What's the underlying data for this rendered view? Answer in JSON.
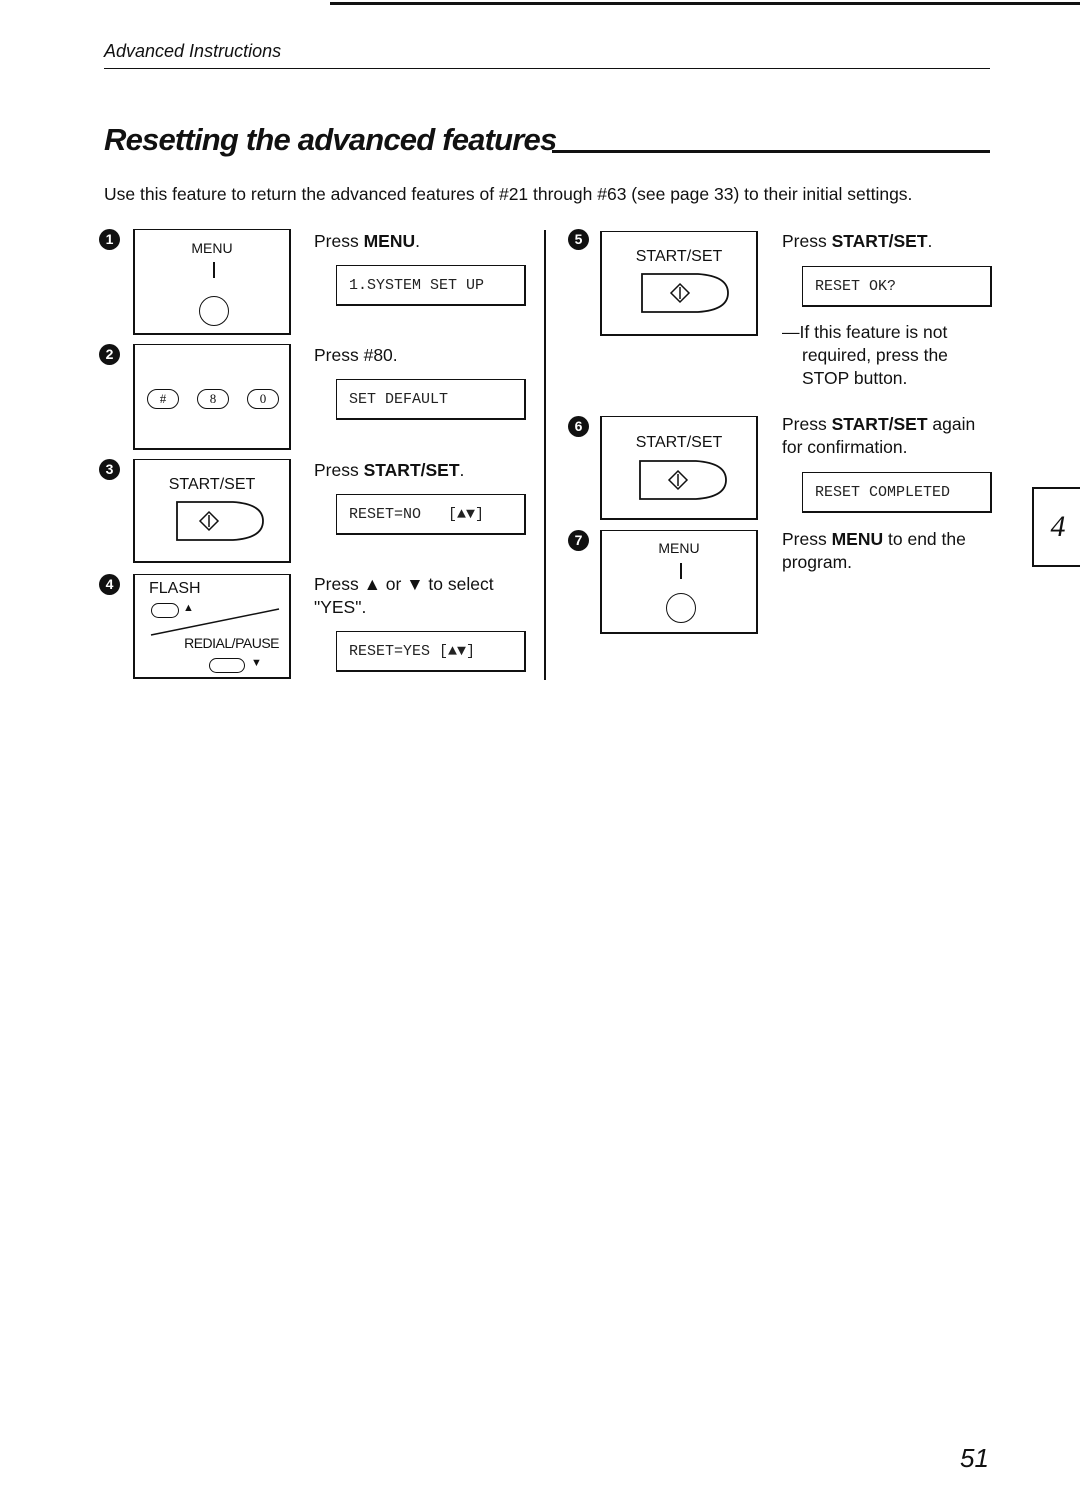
{
  "header": {
    "section": "Advanced Instructions"
  },
  "title": "Resetting the advanced features",
  "intro": "Use this feature to return the advanced features of #21 through #63 (see page 33) to their initial settings.",
  "steps": [
    {
      "num": "1",
      "key_label": "MENU",
      "instr_pre": "Press ",
      "instr_bold": "MENU",
      "instr_post": ".",
      "lcd": "1.SYSTEM SET UP"
    },
    {
      "num": "2",
      "keys": [
        "#",
        "8",
        "0"
      ],
      "instr": "Press #80.",
      "lcd": "SET DEFAULT"
    },
    {
      "num": "3",
      "key_label": "START/SET",
      "instr_pre": "Press ",
      "instr_bold": "START/SET",
      "instr_post": ".",
      "lcd": "RESET=NO   [▲▼]"
    },
    {
      "num": "4",
      "key_top": "FLASH",
      "key_bottom": "REDIAL/PAUSE",
      "instr_line1": "Press ▲ or ▼ to select",
      "instr_line2": "\"YES\".",
      "lcd": "RESET=YES [▲▼]"
    },
    {
      "num": "5",
      "key_label": "START/SET",
      "instr_pre": "Press ",
      "instr_bold": "START/SET",
      "instr_post": ".",
      "lcd": "RESET OK?",
      "note_line1": "—If this feature is not",
      "note_line2": "required, press the",
      "note_line3": "STOP button."
    },
    {
      "num": "6",
      "key_label": "START/SET",
      "instr_pre": "Press ",
      "instr_bold": "START/SET",
      "instr_post": " again",
      "instr_line2": "for confirmation.",
      "lcd": "RESET COMPLETED"
    },
    {
      "num": "7",
      "key_label": "MENU",
      "instr_pre": "Press ",
      "instr_bold": "MENU",
      "instr_post": " to end the",
      "instr_line2": "program."
    }
  ],
  "tab_label": "4",
  "page_number": "51"
}
